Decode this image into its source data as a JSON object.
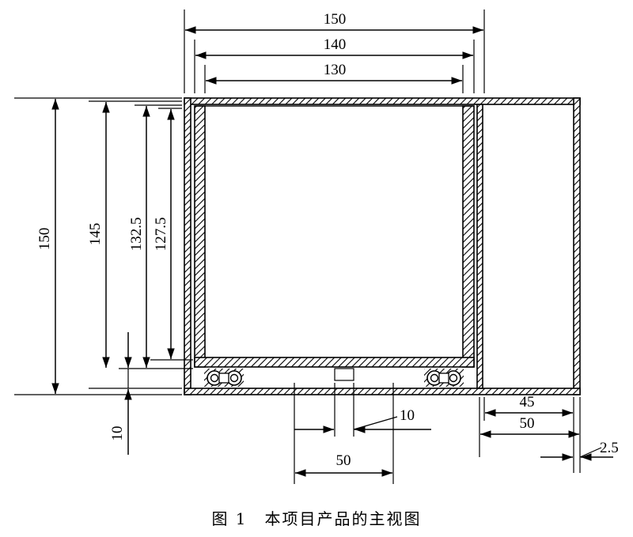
{
  "dimensions": {
    "top_outer": "150",
    "top_middle": "140",
    "top_inner": "130",
    "left_outer": "150",
    "left_145": "145",
    "left_132_5": "132.5",
    "left_127_5": "127.5",
    "bottom_10_left": "10",
    "bottom_10_center": "10",
    "bottom_50_center": "50",
    "right_45": "45",
    "right_50": "50",
    "right_2_5": "2.5"
  },
  "caption": "图 1　本项目产品的主视图"
}
